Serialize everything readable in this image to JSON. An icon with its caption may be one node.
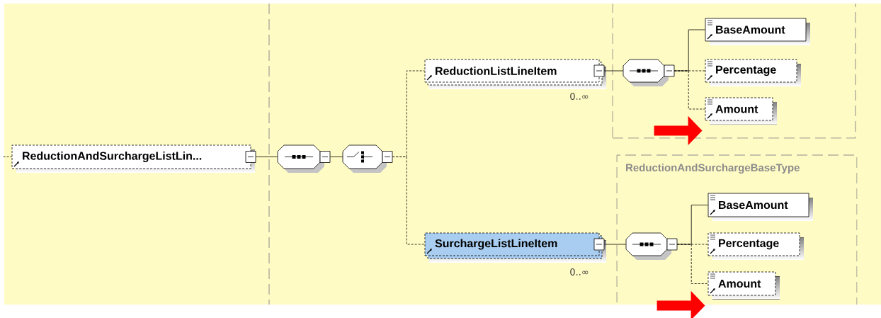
{
  "diagram": {
    "nodes": [
      {
        "text": [
          "ReductionAndSurchargeListLin..."
        ]
      },
      {
        "text": [],
        "shape": "octagon"
      },
      {
        "text": [],
        "shape": "octagon"
      },
      {
        "text": [
          "ReductionListLineItem"
        ],
        "beside": [
          "0..∞"
        ]
      },
      {
        "text": [],
        "shape": "box"
      },
      {
        "text": [],
        "shape": "octagon",
        "in": 4
      },
      {
        "text": [
          "BaseAmount"
        ],
        "in": 4
      },
      {
        "text": [
          "Percentage"
        ],
        "in": 4
      },
      {
        "text": [
          "Amount"
        ],
        "in": 4
      },
      {
        "text": [
          "SurchargeListLineItem"
        ],
        "beside": [
          "0..∞"
        ]
      },
      {
        "text": [
          "ReductionAndSurchargeBaseType"
        ]
      },
      {
        "text": [],
        "shape": "octagon",
        "in": 10
      },
      {
        "text": [
          "BaseAmount"
        ],
        "in": 10
      },
      {
        "text": [
          "Percentage"
        ],
        "in": 10
      },
      {
        "text": [
          "Amount"
        ],
        "in": 10
      }
    ],
    "edges": [
      {
        "from": null,
        "to": 0,
        "arrow": "none",
        "style": "dashed"
      },
      {
        "from": 0,
        "to": 1,
        "arrow": "none"
      },
      {
        "from": 1,
        "to": 2,
        "arrow": "none"
      },
      {
        "from": 2,
        "to": 3,
        "arrow": "none",
        "style": "dashed"
      },
      {
        "from": 2,
        "to": 9,
        "arrow": "none",
        "style": "dashed"
      },
      {
        "from": 3,
        "to": 5,
        "arrow": "none"
      },
      {
        "from": 5,
        "to": 6,
        "arrow": "none"
      },
      {
        "from": 5,
        "to": 7,
        "arrow": "none",
        "style": "dashed"
      },
      {
        "from": 5,
        "to": 8,
        "arrow": "none",
        "style": "dashed"
      },
      {
        "from": 9,
        "to": 11,
        "arrow": "none"
      },
      {
        "from": 11,
        "to": 12,
        "arrow": "none"
      },
      {
        "from": 11,
        "to": 13,
        "arrow": "none",
        "style": "dashed"
      },
      {
        "from": 11,
        "to": 14,
        "arrow": "none",
        "style": "dashed"
      },
      {
        "from": null,
        "to": 8,
        "arrow": "to",
        "style": "thick",
        "color": "#ff0000"
      },
      {
        "from": null,
        "to": 14,
        "arrow": "to",
        "style": "thick",
        "color": "#ff0000"
      }
    ]
  }
}
